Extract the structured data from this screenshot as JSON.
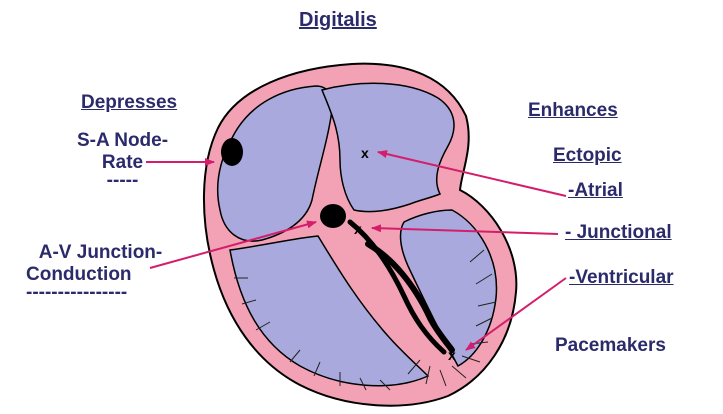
{
  "title": "Digitalis",
  "depresses": {
    "heading": "Depresses",
    "sa_line1": "S-A Node-",
    "sa_line2": "Rate",
    "sa_dashes": "-----",
    "av_line1": "A-V Junction-",
    "av_line2": "Conduction",
    "av_dashes": "----------------"
  },
  "enhances": {
    "heading": "Enhances",
    "subheading": "Ectopic",
    "atrial": "-Atrial",
    "junctional": "- Junctional",
    "ventricular": "-Ventricular",
    "footer": "Pacemakers"
  },
  "markers": {
    "x": "x"
  },
  "colors": {
    "text": "#2b2b6b",
    "myocardium": "#f2a2b4",
    "chamber": "#a9a9dd",
    "outline": "#000000",
    "arrow": "#d41e6b"
  }
}
